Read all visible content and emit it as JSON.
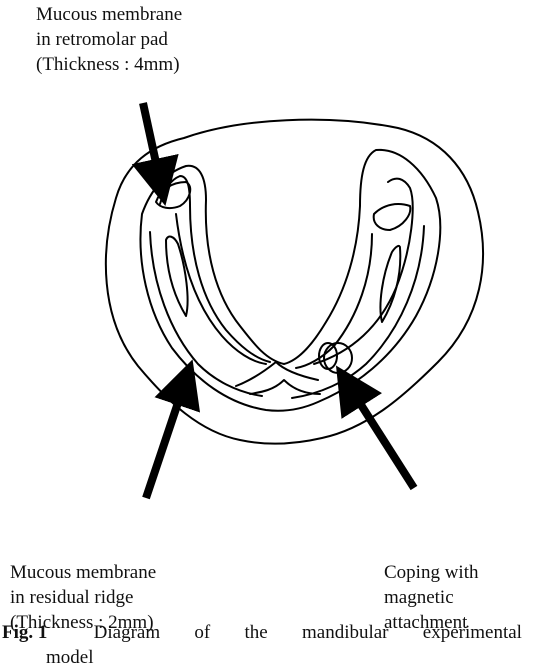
{
  "labels": {
    "top": [
      "Mucous membrane",
      "in retromolar pad",
      "(Thickness : 4mm)"
    ],
    "bottom_left": [
      "Mucous membrane",
      "in residual ridge",
      "(Thickness : 2mm)"
    ],
    "bottom_right": [
      "Coping with",
      "magnetic",
      "attachment"
    ]
  },
  "caption": {
    "fig_number": "Fig. 1",
    "words": [
      "Diagram",
      "of",
      "the",
      "mandibular",
      "experimental"
    ],
    "line2": "model"
  }
}
